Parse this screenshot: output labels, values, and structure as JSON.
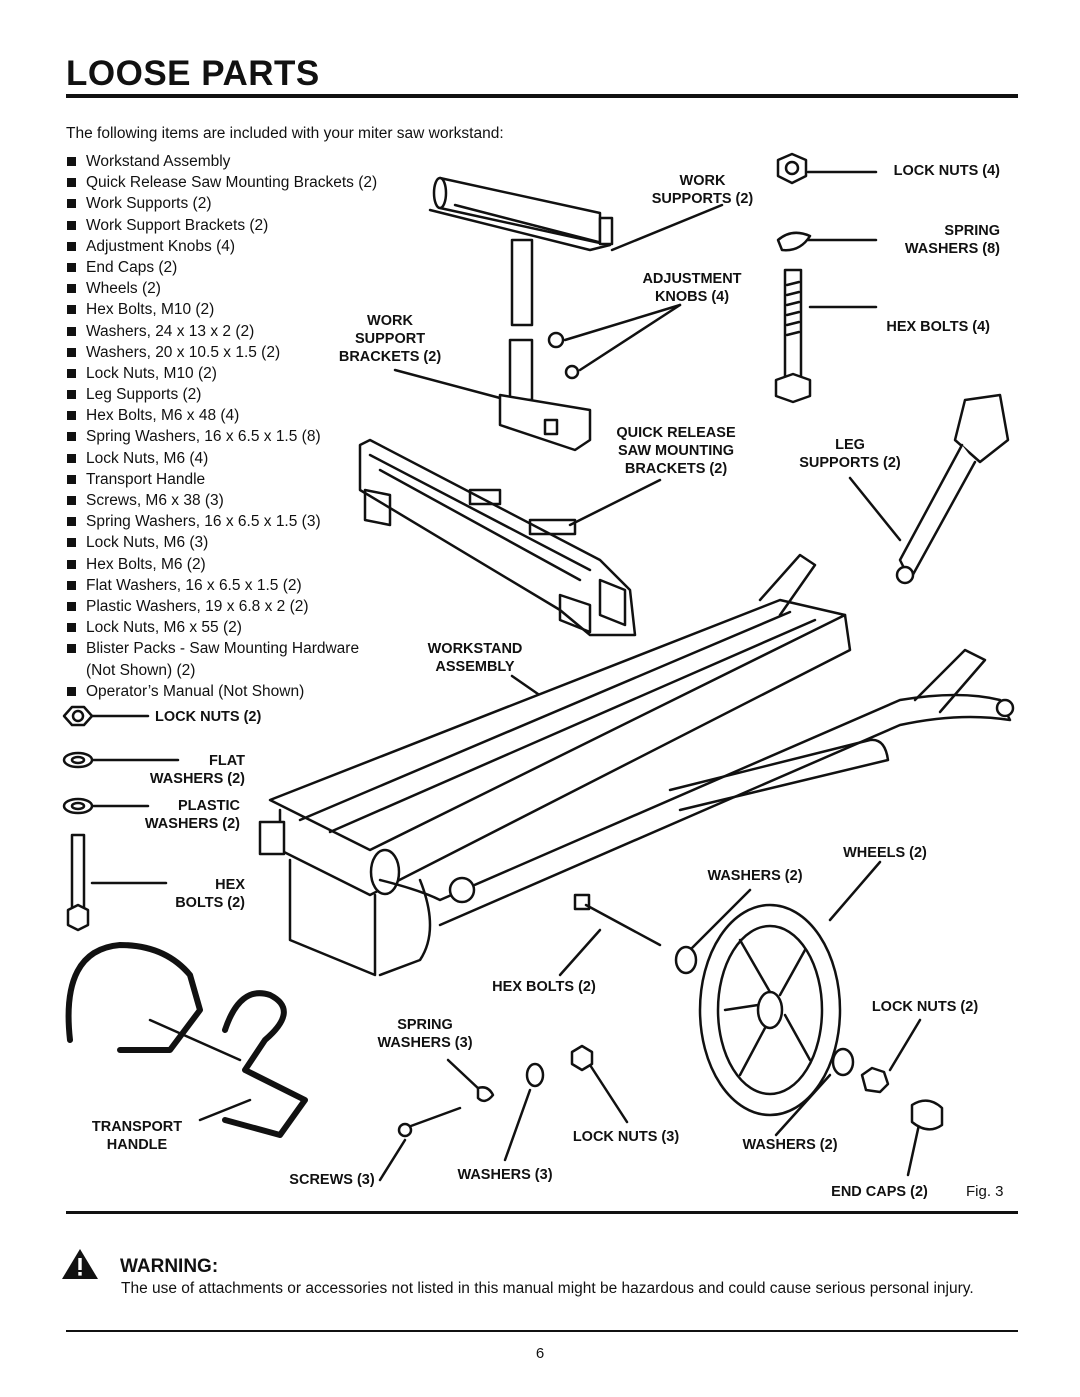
{
  "title": "LOOSE PARTS",
  "intro": "The following items are included with your miter saw workstand:",
  "parts_list": [
    "Workstand Assembly",
    "Quick Release Saw Mounting Brackets (2)",
    "Work Supports (2)",
    "Work Support Brackets (2)",
    "Adjustment Knobs (4)",
    "End Caps (2)",
    "Wheels (2)",
    "Hex Bolts, M10 (2)",
    "Washers, 24 x 13 x 2 (2)",
    "Washers, 20 x 10.5 x 1.5 (2)",
    "Lock Nuts, M10 (2)",
    "Leg Supports (2)",
    "Hex Bolts, M6 x 48 (4)",
    "Spring Washers, 16 x 6.5 x 1.5 (8)",
    "Lock Nuts, M6 (4)",
    "Transport Handle",
    "Screws, M6 x 38 (3)",
    "Spring Washers, 16 x 6.5 x 1.5 (3)",
    "Lock Nuts, M6 (3)",
    "Hex Bolts, M6 (2)",
    "Flat Washers, 16 x 6.5 x 1.5 (2)",
    "Plastic Washers, 19 x 6.8 x 2 (2)",
    "Lock Nuts, M6 x 55 (2)",
    "Blister Packs - Saw Mounting Hardware",
    "(Not Shown) (2)",
    "Operator’s Manual (Not Shown)"
  ],
  "labels": {
    "work_supports": "WORK\nSUPPORTS (2)",
    "lock_nuts_4": "LOCK NUTS (4)",
    "spring_washers_8": "SPRING\nWASHERS (8)",
    "adjustment_knobs": "ADJUSTMENT\nKNOBS (4)",
    "hex_bolts_4": "HEX BOLTS (4)",
    "work_support_brackets": "WORK\nSUPPORT\nBRACKETS (2)",
    "quick_release": "QUICK RELEASE\nSAW MOUNTING\nBRACKETS (2)",
    "leg_supports": "LEG\nSUPPORTS (2)",
    "workstand_assembly": "WORKSTAND\nASSEMBLY",
    "lock_nuts_2a": "LOCK NUTS (2)",
    "flat_washers": "FLAT\nWASHERS (2)",
    "plastic_washers": "PLASTIC\nWASHERS (2)",
    "hex_bolts_2a": "HEX\nBOLTS (2)",
    "wheels": "WHEELS (2)",
    "washers_2a": "WASHERS (2)",
    "hex_bolts_2b": "HEX BOLTS (2)",
    "lock_nuts_2b": "LOCK NUTS (2)",
    "spring_washers_3": "SPRING\nWASHERS (3)",
    "transport_handle": "TRANSPORT\nHANDLE",
    "lock_nuts_3": "LOCK NUTS (3)",
    "washers_2b": "WASHERS (2)",
    "screws_3": "SCREWS (3)",
    "washers_3": "WASHERS (3)",
    "end_caps": "END CAPS (2)"
  },
  "figure_number": "Fig. 3",
  "warning": {
    "heading": "WARNING:",
    "text": "The use of attachments or accessories not listed in this manual might be hazardous and could cause serious personal injury."
  },
  "page_number": "6"
}
